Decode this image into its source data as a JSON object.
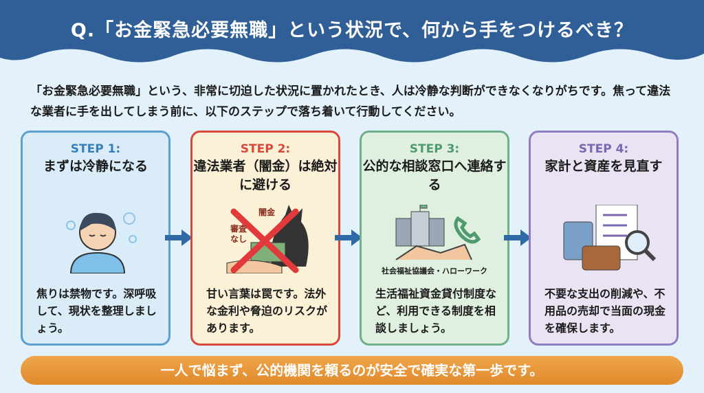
{
  "title": "Q.「お金緊急必要無職」という状況で、何から手をつけるべき？",
  "intro": "「お金緊急必要無職」という、非常に切迫した状況に置かれたとき、人は冷静な判断ができなくなりがちです。焦って違法な業者に手を出してしまう前に、以下のステップで落ち着いて行動してください。",
  "steps": [
    {
      "step": "STEP 1:",
      "heading": "まずは冷静になる",
      "body": "焦りは禁物です。深呼吸して、現状を整理しましょう。",
      "color": "#3a7fb8",
      "bg": "#d9ecf8"
    },
    {
      "step": "STEP 2:",
      "heading": "違法業者（闇金）は絶対に避ける",
      "body": "甘い言葉は罠です。法外な金利や脅迫のリスクがあります。",
      "color": "#d9463b",
      "bg": "#fbf1d6",
      "illu_label1": "闇金",
      "illu_label2": "審査なし"
    },
    {
      "step": "STEP 3:",
      "heading": "公的な相談窓口へ連絡する",
      "body": "生活福祉資金貸付制度など、利用できる制度を相談しましょう。",
      "color": "#4f9a6e",
      "bg": "#dff0e0",
      "caption": "社会福祉協議会・ハローワーク"
    },
    {
      "step": "STEP 4:",
      "heading": "家計と資産を見直す",
      "body": "不要な支出の削減や、不用品の売却で当面の現金を確保します。",
      "color": "#7b66b0",
      "bg": "#e9e3f4"
    }
  ],
  "footer": "一人で悩まず、公的機関を頼るのが安全で確実な第一歩です。"
}
